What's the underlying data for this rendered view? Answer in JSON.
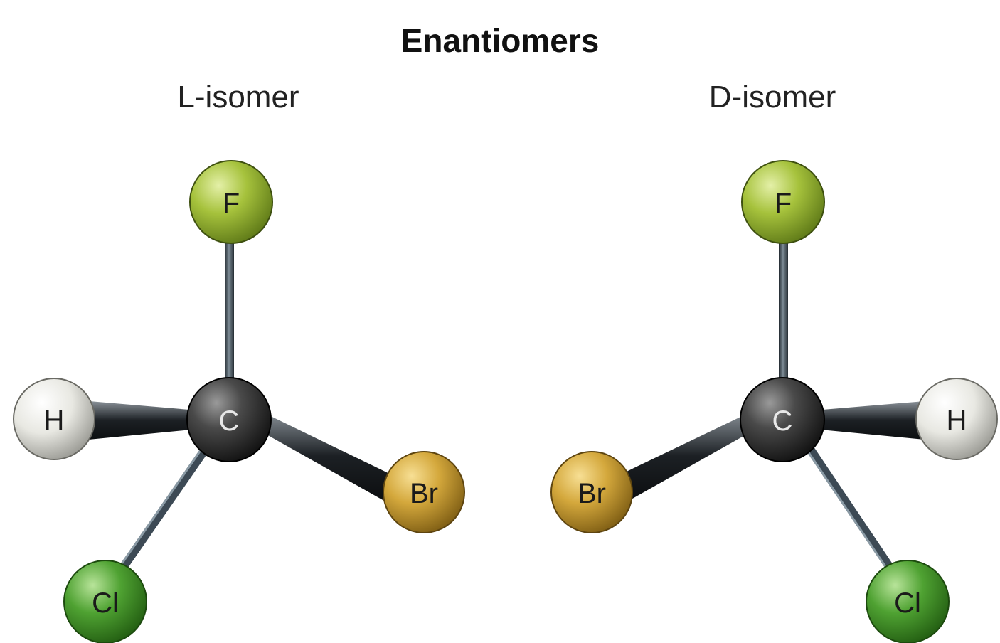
{
  "title": "Enantiomers",
  "molecules": [
    {
      "name": "L-isomer",
      "atoms": {
        "center": "C",
        "top": "F",
        "side": "H",
        "lower_near": "Cl",
        "lower_far": "Br"
      }
    },
    {
      "name": "D-isomer",
      "atoms": {
        "center": "C",
        "top": "F",
        "side": "H",
        "lower_near": "Cl",
        "lower_far": "Br"
      }
    }
  ],
  "colors": {
    "fluorine": "#9bb53a",
    "hydrogen": "#e6e6e0",
    "carbon": "#3a3a3a",
    "bromine": "#c9a13a",
    "chlorine": "#4a9a2e",
    "bond": "#3d4a55"
  }
}
